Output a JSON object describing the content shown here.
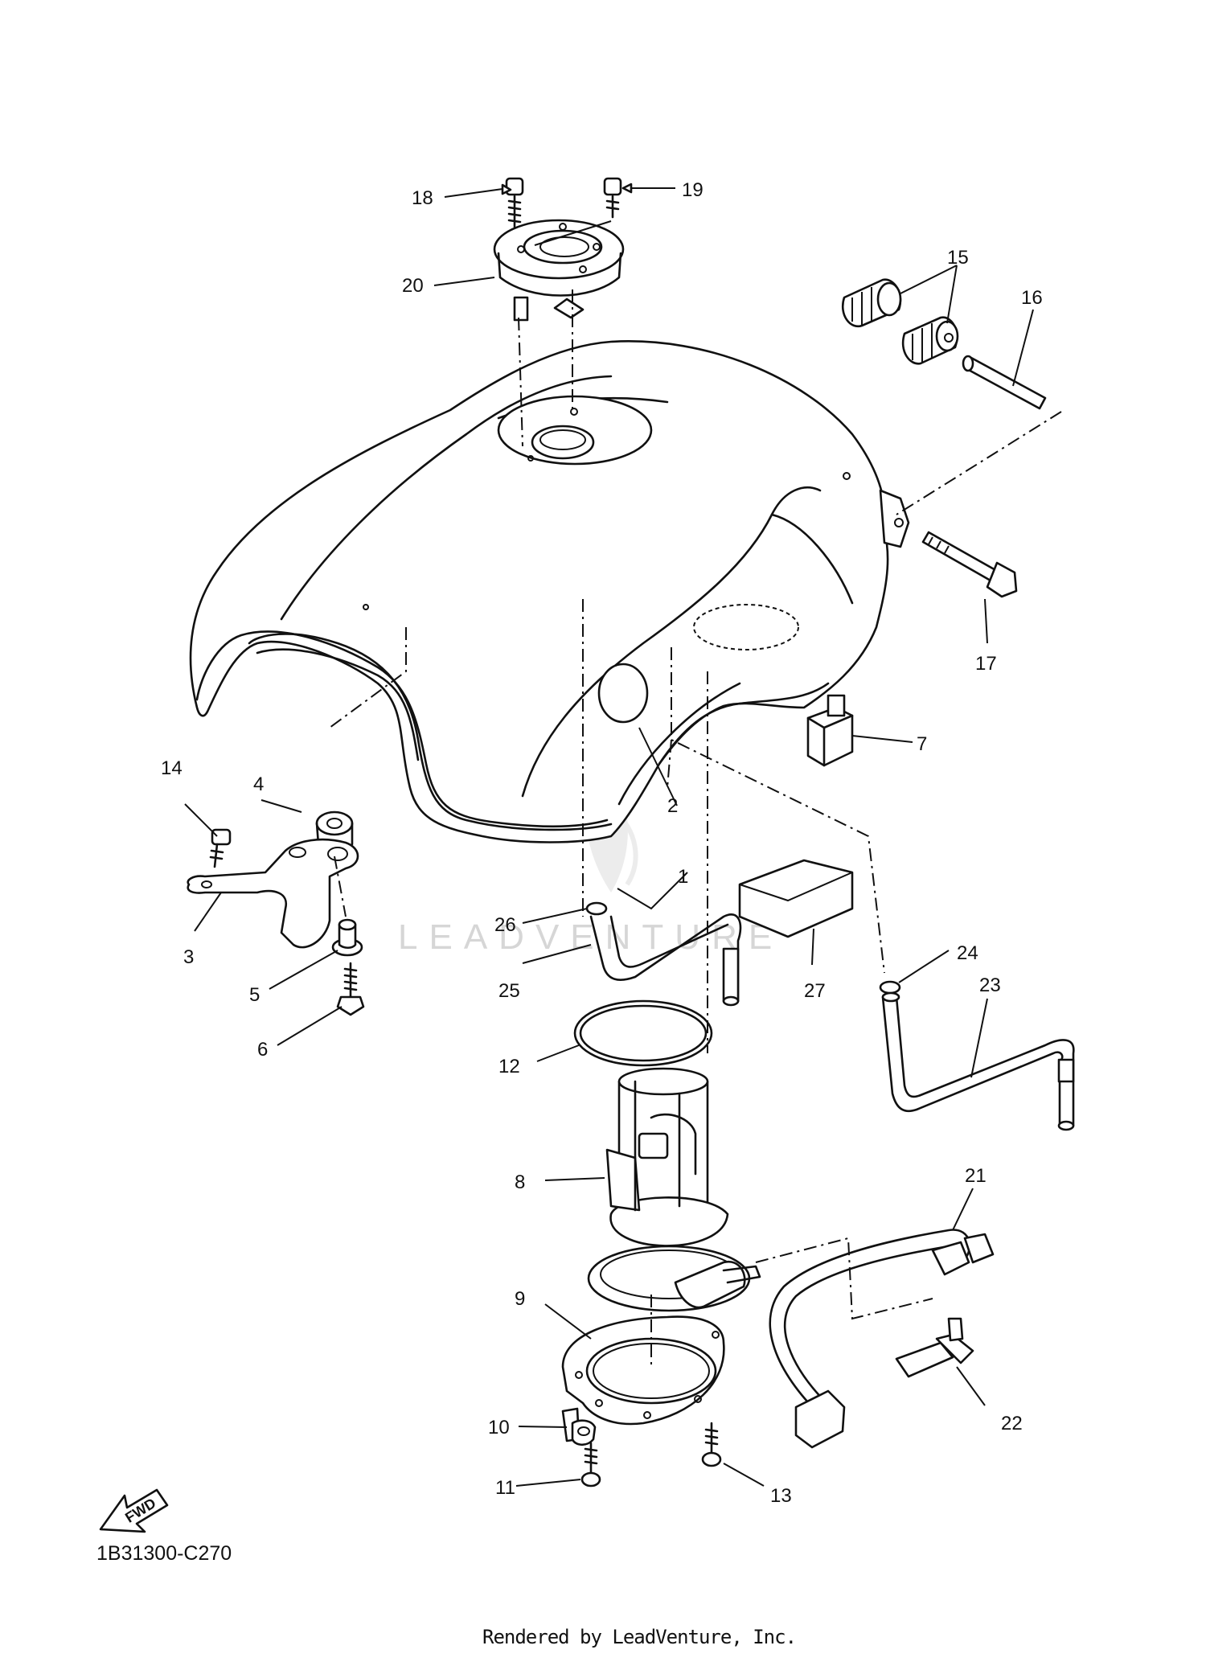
{
  "diagram_code": "1B31300-C270",
  "credit": "Rendered by LeadVenture, Inc.",
  "watermark": "LEADVENTURE",
  "fwd_label": "FWD",
  "callouts": [
    "1",
    "2",
    "3",
    "4",
    "5",
    "6",
    "7",
    "8",
    "9",
    "10",
    "11",
    "12",
    "13",
    "14",
    "15",
    "16",
    "17",
    "18",
    "19",
    "20",
    "21",
    "22",
    "23",
    "24",
    "25",
    "26",
    "27"
  ],
  "icons": [
    "fwd-arrow-icon",
    "watermark-logo-icon"
  ]
}
